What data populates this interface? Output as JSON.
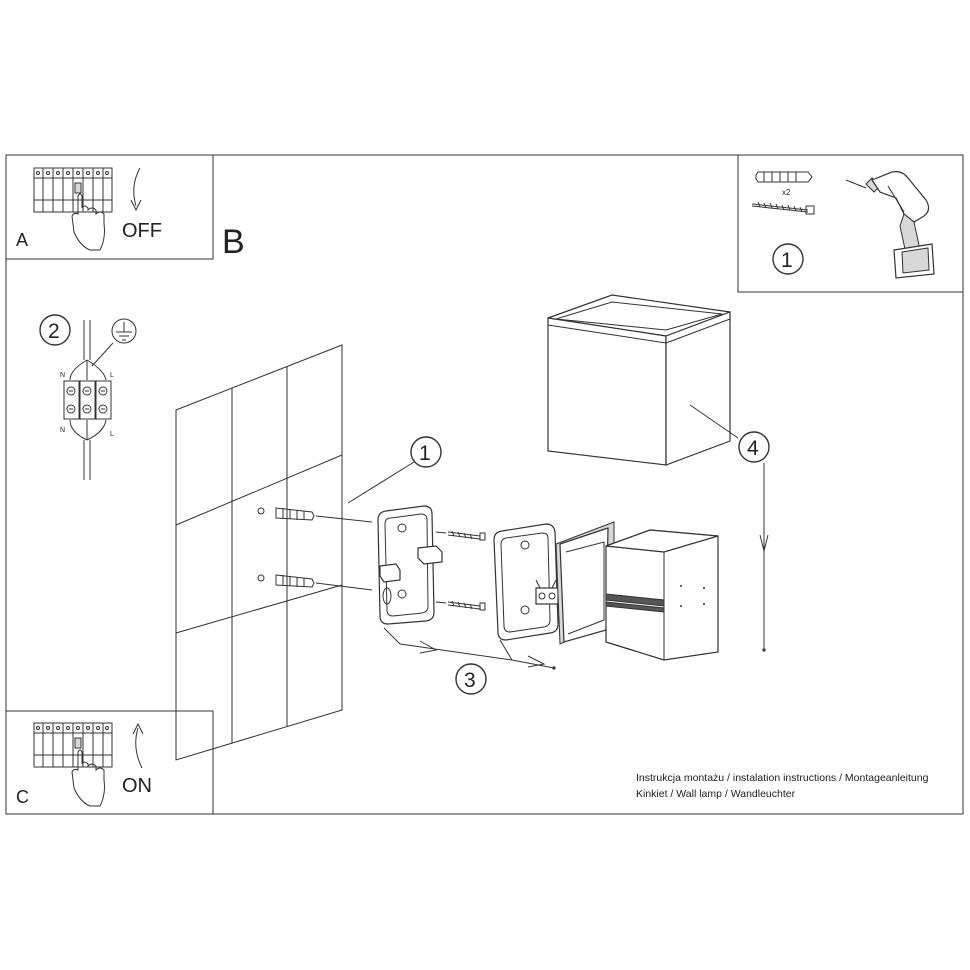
{
  "panels": {
    "a": {
      "letter": "A",
      "state": "OFF"
    },
    "b": {
      "letter": "B"
    },
    "c": {
      "letter": "C",
      "state": "ON"
    }
  },
  "tools": {
    "step": "1",
    "quantity": "x2"
  },
  "wiring": {
    "step": "2",
    "terminals": [
      "N",
      "L",
      "N",
      "L"
    ]
  },
  "steps": {
    "mount_plate": "1",
    "connect": "3",
    "cover": "4"
  },
  "caption": {
    "line1": "Instrukcja montażu / instalation instructions / Montageanleitung",
    "line2": "Kinkiet / Wall lamp / Wandleuchter"
  }
}
